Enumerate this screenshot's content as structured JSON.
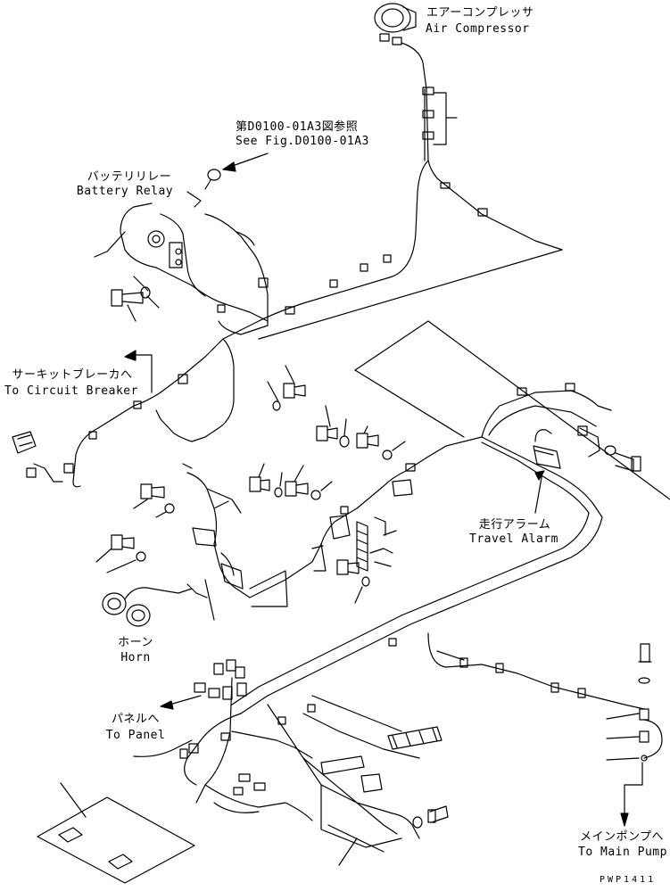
{
  "labels": {
    "air_compressor": {
      "ja": "エアーコンプレッサ",
      "en": "Air Compressor"
    },
    "see_fig": {
      "ja": "第D0100-01A3図参照",
      "en": "See Fig.D0100-01A3"
    },
    "battery_relay": {
      "ja": "バッテリリレー",
      "en": "Battery Relay"
    },
    "circuit_breaker": {
      "ja": "サーキットブレーカへ",
      "en": "To Circuit Breaker"
    },
    "travel_alarm": {
      "ja": "走行アラーム",
      "en": "Travel Alarm"
    },
    "horn": {
      "ja": "ホーン",
      "en": "Horn"
    },
    "panel": {
      "ja": "パネルへ",
      "en": "To Panel"
    },
    "main_pump": {
      "ja": "メインポンプへ",
      "en": "To Main Pump"
    }
  },
  "drawing_code": "PWP1411"
}
